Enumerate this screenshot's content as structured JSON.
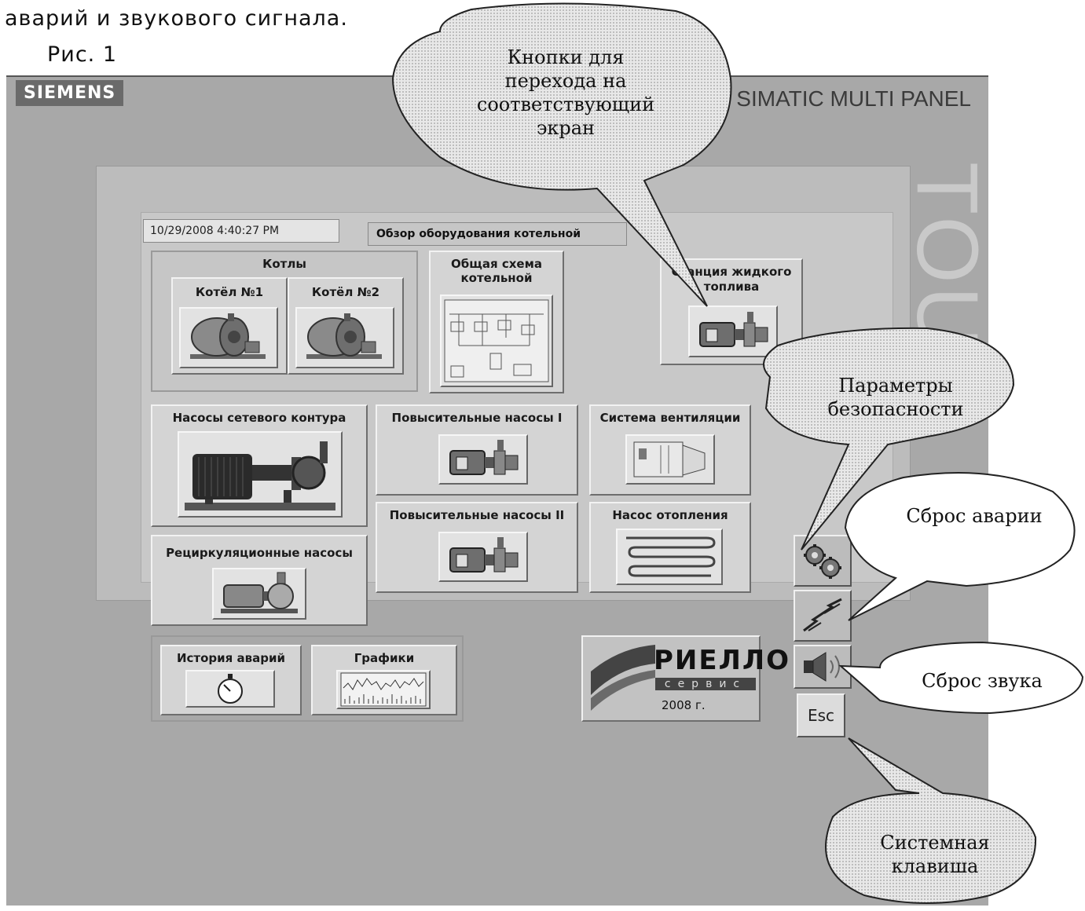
{
  "document": {
    "caption_line": "аварий и звукового сигнала.",
    "figure_label": "Рис. 1"
  },
  "device": {
    "brand": "SIEMENS",
    "model": "SIMATIC MULTI PANEL",
    "side_text": "TOUC"
  },
  "hmi": {
    "datetime": "10/29/2008 4:40:27 PM",
    "screen_title": "Обзор оборудования котельной",
    "boilers_group": {
      "title": "Котлы",
      "boiler1": "Котёл №1",
      "boiler2": "Котёл №2"
    },
    "general_scheme": "Общая схема котельной",
    "fuel_station": "Станция жидкого топлива",
    "network_pumps": "Насосы сетевого контура",
    "boost_pumps_1": "Повысительные насосы I",
    "ventilation": "Система вентиляции",
    "boost_pumps_2": "Повысительные насосы II",
    "heating_pump": "Насос отопления",
    "recirc_pumps": "Рециркуляционные насосы",
    "alarm_history": "История аварий",
    "graphs": "Графики",
    "logo_main": "РИЕЛЛО",
    "logo_sub": "сервис",
    "year": "2008 г.",
    "esc": "Esc"
  },
  "callouts": {
    "nav_buttons": "Кнопки для перехода на соответствующий экран",
    "safety": "Параметры безопасности",
    "alarm_reset": "Сброс аварии",
    "sound_reset": "Сброс звука",
    "system_key": "Системная клавиша"
  }
}
